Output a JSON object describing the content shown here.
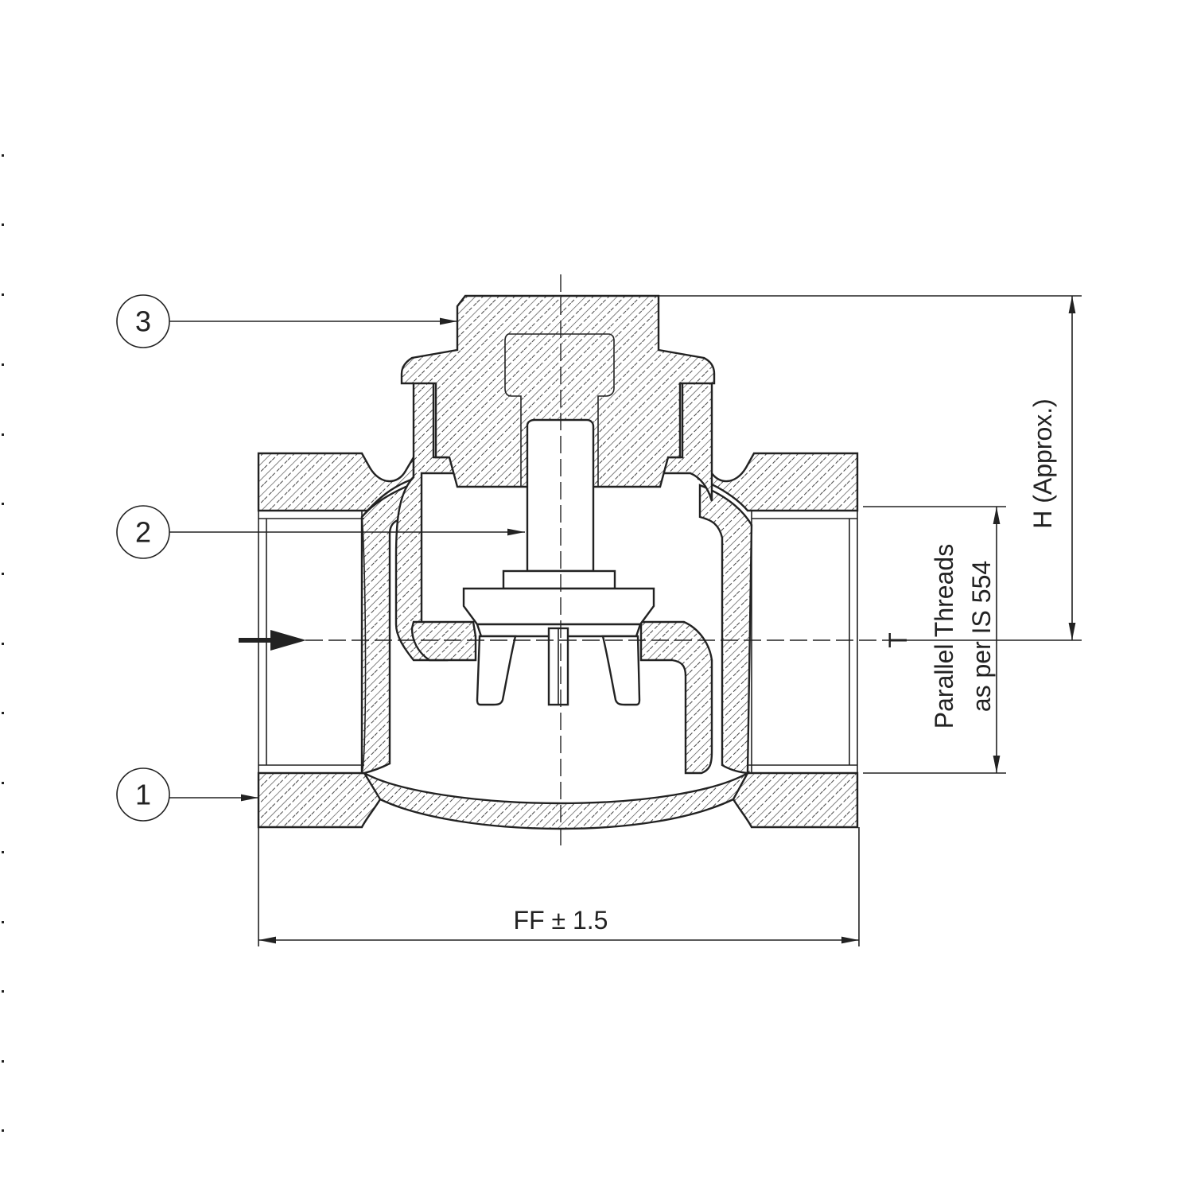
{
  "balloons": {
    "body": "1",
    "disc": "2",
    "cover": "3"
  },
  "dimensions": {
    "face_to_face": "FF",
    "tolerance": "± 1.5",
    "height": "H (Approx.)",
    "thread_line1": "Parallel Threads",
    "thread_line2": "as per IS 554",
    "center_mark": "T"
  },
  "colors": {
    "line": "#222222",
    "hatch": "#444444",
    "background": "#ffffff"
  }
}
